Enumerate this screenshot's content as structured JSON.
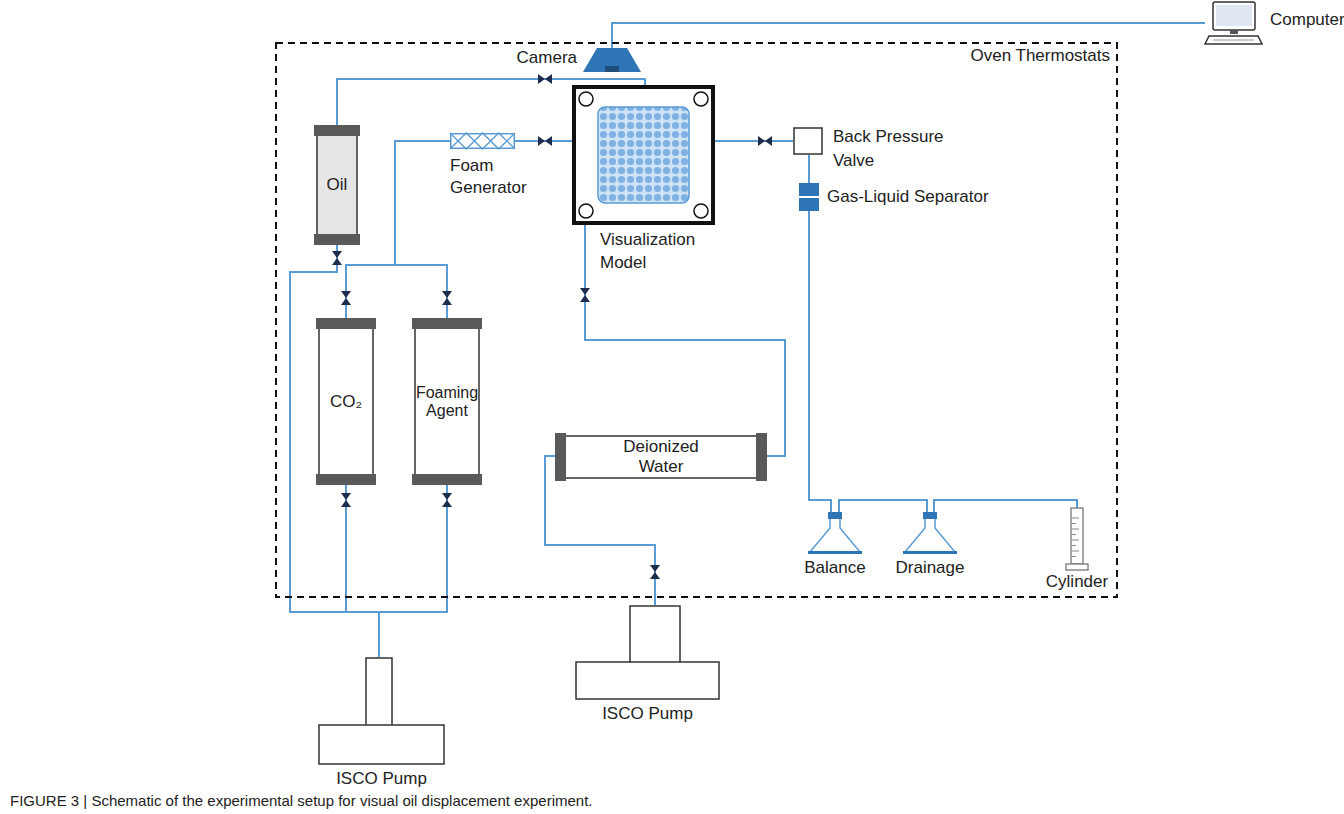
{
  "diagram": {
    "caption": "FIGURE 3 | Schematic of the experimental setup for visual oil displacement experiment.",
    "nodes": [
      {
        "text": [
          "Computer"
        ]
      },
      {
        "text": [
          "Oven Thermostats"
        ]
      },
      {
        "text": [
          "Camera"
        ],
        "in": 1
      },
      {
        "text": [
          "Oil"
        ],
        "in": 1
      },
      {
        "text": [
          "Foam Generator"
        ],
        "in": 1
      },
      {
        "text": [
          "Visualization Model"
        ],
        "in": 1
      },
      {
        "text": [
          "Back Pressure Valve"
        ],
        "in": 1
      },
      {
        "text": [
          "Gas-Liquid Separator"
        ],
        "in": 1
      },
      {
        "text": [
          "CO₂"
        ],
        "in": 1
      },
      {
        "text": [
          "Foaming Agent"
        ],
        "in": 1
      },
      {
        "text": [
          "Deionized Water"
        ],
        "in": 1
      },
      {
        "text": [
          "Balance"
        ],
        "in": 1
      },
      {
        "text": [
          "Drainage"
        ],
        "in": 1
      },
      {
        "text": [
          "Cylinder"
        ],
        "in": 1
      },
      {
        "text": [
          "ISCO Pump"
        ]
      },
      {
        "text": [
          "ISCO Pump"
        ]
      }
    ],
    "edges": [
      {
        "from": 2,
        "to": 0,
        "arrow": "none"
      },
      {
        "from": 3,
        "to": 5,
        "arrow": "none"
      },
      {
        "from": 4,
        "to": 5,
        "arrow": "none"
      },
      {
        "from": 8,
        "to": 4,
        "arrow": "none"
      },
      {
        "from": 9,
        "to": 4,
        "arrow": "none"
      },
      {
        "from": 10,
        "to": 5,
        "arrow": "none"
      },
      {
        "from": 5,
        "to": 6,
        "arrow": "none"
      },
      {
        "from": 6,
        "to": 7,
        "arrow": "none"
      },
      {
        "from": 7,
        "to": 11,
        "arrow": "none"
      },
      {
        "from": 11,
        "to": 12,
        "arrow": "none"
      },
      {
        "from": 12,
        "to": 13,
        "arrow": "none"
      },
      {
        "from": 14,
        "to": 3,
        "arrow": "none"
      },
      {
        "from": 14,
        "to": 8,
        "arrow": "none"
      },
      {
        "from": 14,
        "to": 9,
        "arrow": "none"
      },
      {
        "from": 15,
        "to": 10,
        "arrow": "none"
      }
    ]
  }
}
